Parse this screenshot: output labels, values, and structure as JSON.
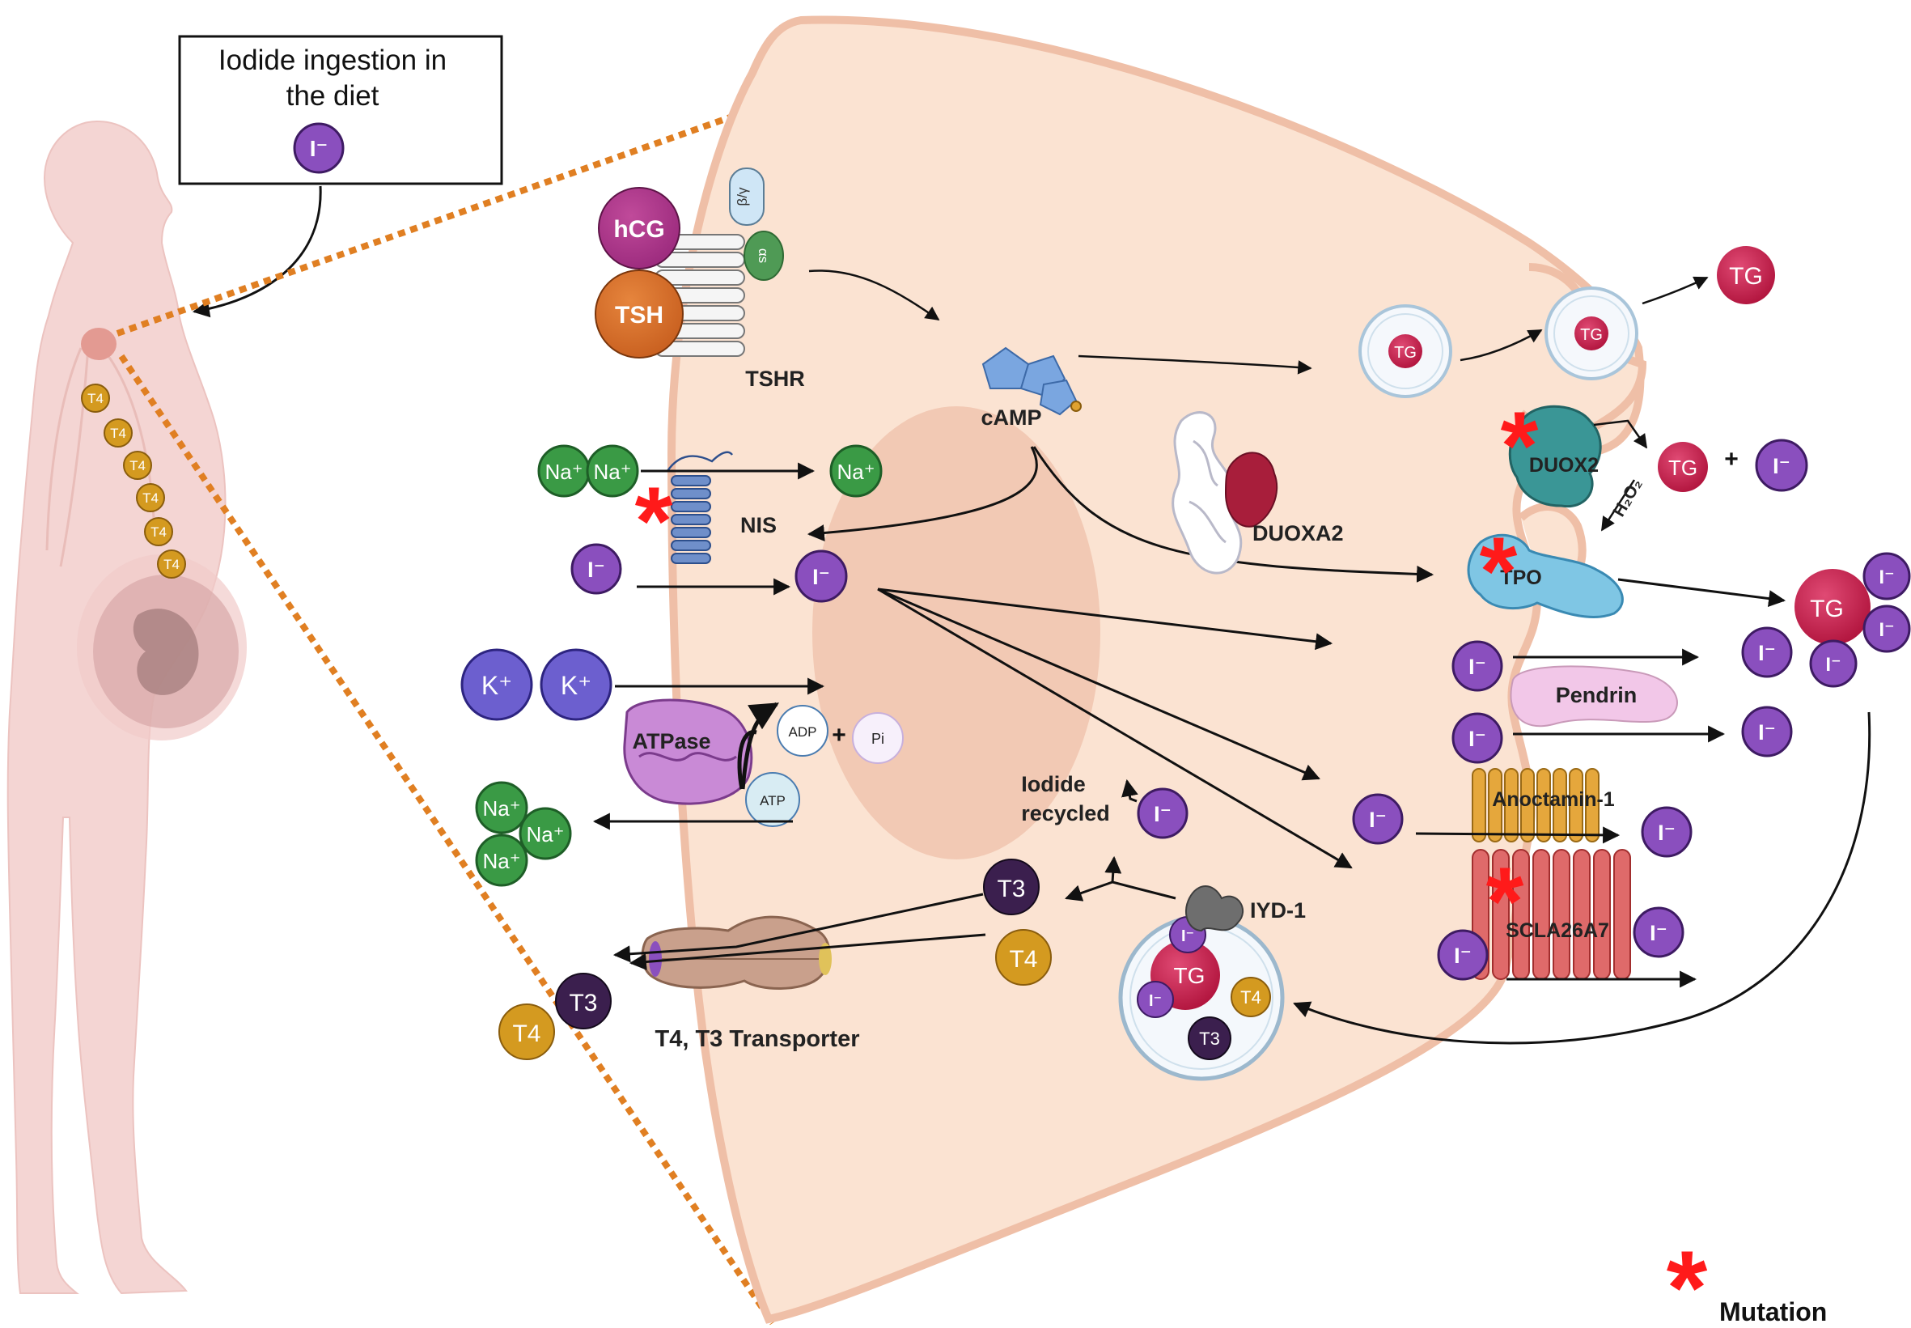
{
  "diet_box": {
    "title_line1": "Iodide  ingestion in",
    "title_line2": "the diet",
    "ion": "I⁻"
  },
  "receptor": {
    "hcg": "hCG",
    "tsh": "TSH",
    "beta_gamma": "β/γ",
    "alpha_s": "αs",
    "name": "TSHR"
  },
  "camp": "cAMP",
  "nis": {
    "label": "NIS",
    "na_left": [
      "Na⁺",
      "Na⁺"
    ],
    "na_right": "Na⁺",
    "iodide_in": "I⁻",
    "iodide_cell": "I⁻"
  },
  "atpase": {
    "label": "ATPase",
    "k_ions": [
      "K⁺",
      "K⁺"
    ],
    "adp": "ADP",
    "plus": "+",
    "pi": "Pi",
    "atp": "ATP",
    "na_out": [
      "Na⁺",
      "Na⁺",
      "Na⁺"
    ]
  },
  "duoxa2": "DUOXA2",
  "duox2": "DUOX2",
  "tpo": "TPO",
  "h2o2": "H₂O₂",
  "tg_labels": {
    "vesicle_in": "TG",
    "vesicle_membrane": "TG",
    "released": "TG",
    "with_iodide": "TG",
    "plus": "+",
    "iodide": "I⁻"
  },
  "tg_iodinated": {
    "tg": "TG",
    "ions": [
      "I⁻",
      "I⁻",
      "I⁻"
    ]
  },
  "pendrin": {
    "label": "Pendrin",
    "ions_left": [
      "I⁻",
      "I⁻"
    ],
    "ions_right": [
      "I⁻",
      "I⁻",
      "I⁻"
    ]
  },
  "anoctamin": {
    "label": "Anoctamin-1",
    "ion_left": "I⁻",
    "ion_right": "I⁻"
  },
  "slc": {
    "label": "SCLA26A7",
    "ion_left": "I⁻",
    "ion_inside": "I⁻"
  },
  "iodide_recycled": {
    "line1": "Iodide",
    "line2": "recycled",
    "ion": "I⁻"
  },
  "iyd": "IYD-1",
  "lysosome": {
    "tg": "TG",
    "ions": [
      "I⁻",
      "I⁻"
    ],
    "t4": "T4",
    "t3": "T3"
  },
  "hormones": {
    "t3": "T3",
    "t4": "T4",
    "out_t3": "T3",
    "out_t4": "T4",
    "transporter": "T4, T3 Transporter"
  },
  "woman_t4": [
    "T4",
    "T4",
    "T4",
    "T4",
    "T4",
    "T4"
  ],
  "legend": {
    "label": "Mutation",
    "asterisk": "*"
  },
  "colors": {
    "cell": "#fbe3d2",
    "cell_border": "#efbfa7",
    "nucleus": "#f2c9b4",
    "iodide": "#8a4fbe",
    "sodium": "#3a9a45",
    "potassium": "#6c5fcf",
    "tg": "#c51d4a",
    "t4": "#d49a20",
    "t3": "#3b1f4e",
    "mutation": "#ff1a1a",
    "zoom": "#e07f22",
    "woman": "#f4d5d3"
  }
}
